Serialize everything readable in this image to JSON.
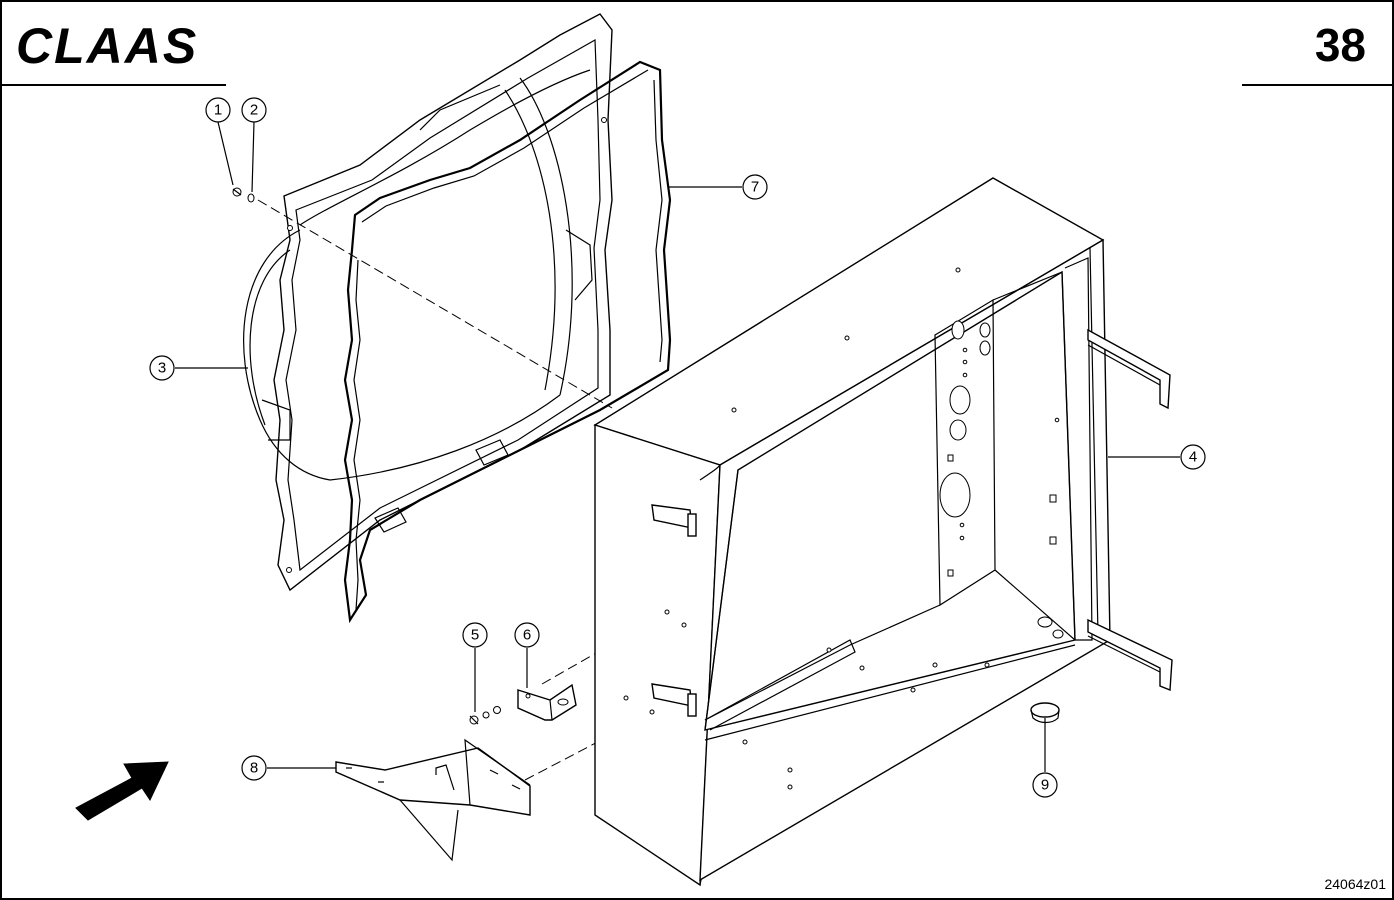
{
  "header": {
    "brand": "CLAAS",
    "page_number": "38"
  },
  "figure": {
    "id": "24064z01"
  },
  "callouts": [
    {
      "label": "1"
    },
    {
      "label": "2"
    },
    {
      "label": "3"
    },
    {
      "label": "4"
    },
    {
      "label": "5"
    },
    {
      "label": "6"
    },
    {
      "label": "7"
    },
    {
      "label": "8"
    },
    {
      "label": "9"
    }
  ],
  "icons": {
    "direction_arrow": "arrow-icon",
    "brand_logo": "claas-logo"
  },
  "colors": {
    "ink": "#000000",
    "paper": "#ffffff"
  }
}
